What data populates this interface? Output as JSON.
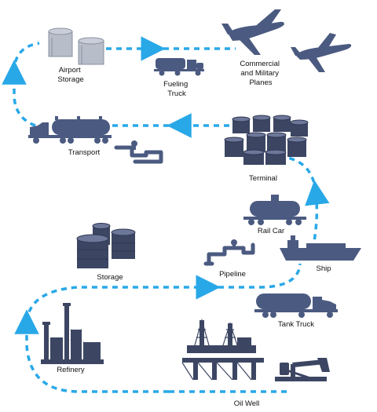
{
  "colors": {
    "flow_line": "#29A8E8",
    "icon_fill": "#4B5A80",
    "icon_dark": "#3C4663",
    "airport_storage_fill": "#B7BDC9",
    "background": "#FFFFFF"
  },
  "labels": {
    "airport_storage": [
      "Airport",
      "Storage"
    ],
    "fueling_truck": [
      "Fueling",
      "Truck"
    ],
    "planes": [
      "Commercial",
      "and Military",
      "Planes"
    ],
    "transport": "Transport",
    "terminal": "Terminal",
    "rail_car": "Rail Car",
    "storage": "Storage",
    "pipeline": "Pipeline",
    "ship": "Ship",
    "tank_truck": "Tank Truck",
    "refinery": "Refinery",
    "oil_well": "Oil Well"
  },
  "icons": [
    "airport-storage-tanks-icon",
    "fueling-truck-icon",
    "commercial-plane-icon",
    "military-plane-icon",
    "transport-tanker-truck-icon",
    "pipeline-valve-icon",
    "terminal-tanks-icon",
    "rail-car-icon",
    "storage-tanks-icon",
    "pipeline-icon",
    "ship-icon",
    "tank-truck-icon",
    "refinery-icon",
    "offshore-platform-icon",
    "pump-jack-icon"
  ]
}
